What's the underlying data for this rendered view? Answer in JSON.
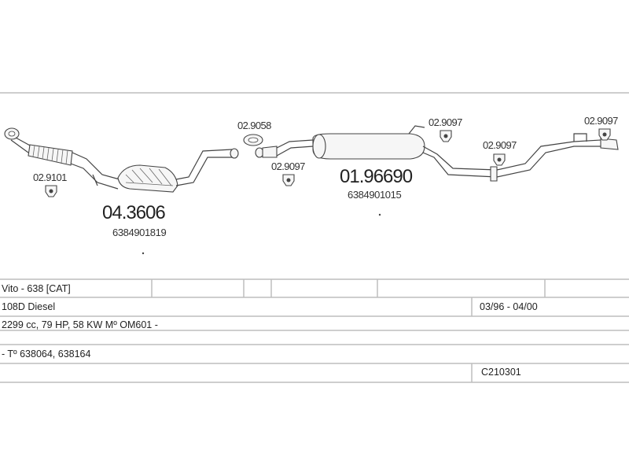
{
  "parts": {
    "hanger_1": {
      "code": "02.9101"
    },
    "catalyst": {
      "code": "04.3606",
      "oem": "6384901819"
    },
    "clamp": {
      "code": "02.9058"
    },
    "hanger_2": {
      "code": "02.9097"
    },
    "silencer": {
      "code": "01.96690",
      "oem": "6384901015"
    },
    "hanger_3": {
      "code": "02.9097"
    },
    "hanger_4": {
      "code": "02.9097"
    },
    "hanger_5": {
      "code": "02.9097"
    }
  },
  "info_table": {
    "model": "Vito - 638  [CAT]",
    "variant": "108D Diesel",
    "years": "03/96 - 04/00",
    "engine": "2299 cc, 79 HP, 58 KW Mº OM601 -",
    "type_codes": "- Tº 638064, 638164",
    "catalog_ref": "C210301"
  }
}
